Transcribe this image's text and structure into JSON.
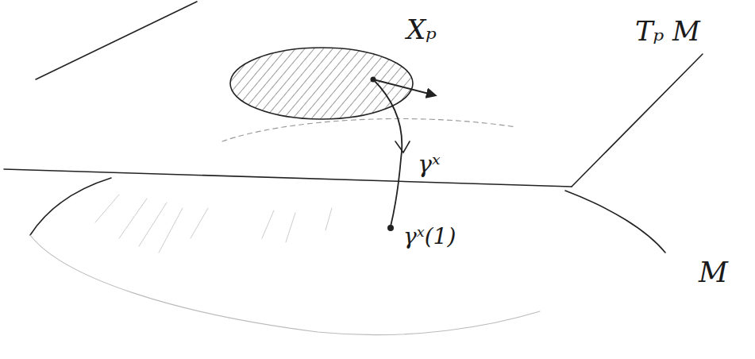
{
  "diagram": {
    "labels": [
      "Xₚ",
      "Tₚ M",
      "γˣ",
      "γˣ(1)",
      "M"
    ]
  }
}
